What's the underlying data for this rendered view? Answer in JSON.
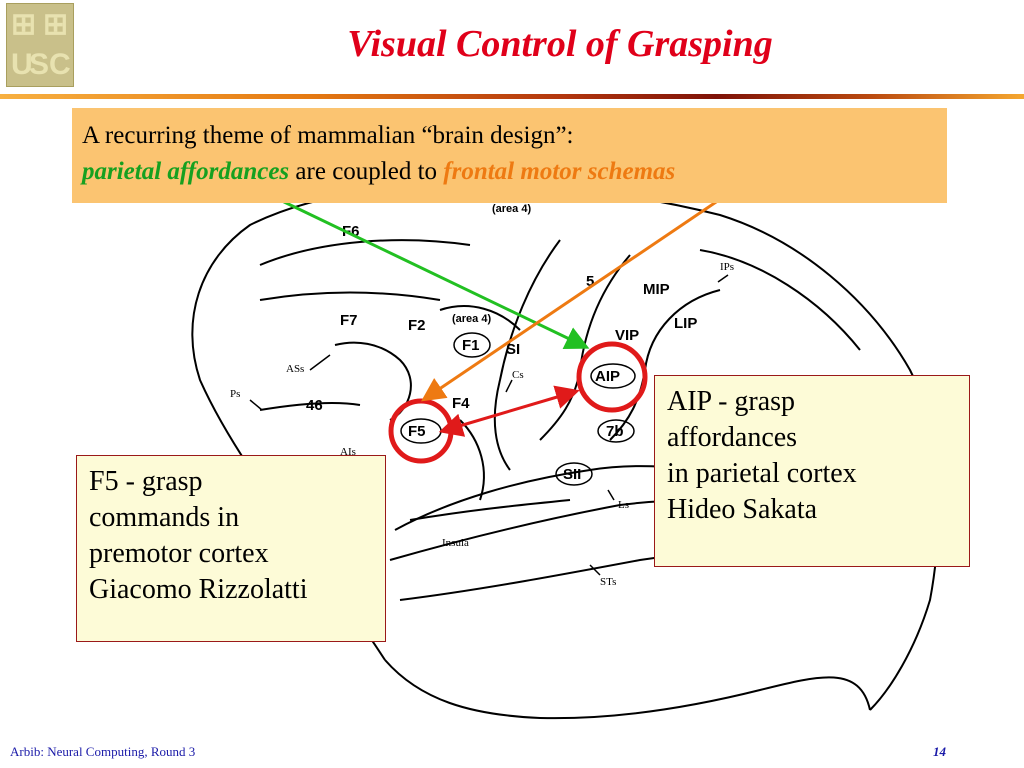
{
  "slide": {
    "title": "Visual Control of Grasping",
    "theme": {
      "line1": "A recurring theme of mammalian “brain design”:",
      "parietal": "parietal affordances",
      "coupled": "are coupled to",
      "frontal": "frontal motor schemas"
    },
    "aip_box": {
      "line1": "AIP - grasp",
      "line2": "affordances",
      "line3": "in parietal cortex",
      "line4": "Hideo Sakata"
    },
    "f5_box": {
      "line1": "F5 - grasp",
      "line2": "commands in",
      "line3": "premotor cortex",
      "line4": "Giacomo Rizzolatti"
    },
    "footer": {
      "left": "Arbib: Neural Computing, Round 3",
      "page": "14"
    }
  },
  "diagram": {
    "labels": {
      "area4_top": "(area 4)",
      "f6": "F6",
      "f7": "F7",
      "f2": "F2",
      "area4_mid": "(area 4)",
      "f1": "F1",
      "si": "SI",
      "five": "5",
      "mip": "MIP",
      "ips": "IPs",
      "lip": "LIP",
      "vip": "VIP",
      "aip": "AIP",
      "cs": "Cs",
      "ass": "ASs",
      "ps": "Ps",
      "forty_six": "46",
      "f4": "F4",
      "f5": "F5",
      "seven_b": "7b",
      "ais": "AIs",
      "sii": "SII",
      "ls": "Ls",
      "insula": "Insula",
      "sts": "STs"
    }
  },
  "colors": {
    "title": "#e0001a",
    "parietal": "#16a020",
    "frontal": "#ee7a12",
    "highlight_ring": "#e01a1a",
    "theme_box": "#fbc471",
    "callout_bg": "#fdfbd7"
  }
}
